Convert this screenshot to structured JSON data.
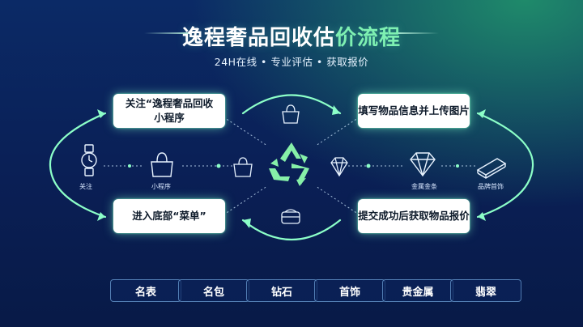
{
  "title_main": "逸程奢品回收估",
  "title_accent": "价流程",
  "subtitle": "24H在线 • 专业评估 • 获取报价",
  "steps": [
    "关注“逸程奢品回收\n小程序",
    "填写物品信息并上传图片",
    "进入底部“菜单”",
    "提交成功后获取物品报价"
  ],
  "left_labels": [
    "关注",
    "小程序"
  ],
  "right_labels": [
    "金属金条",
    "品牌首饰"
  ],
  "categories": [
    "名表",
    "名包",
    "钻石",
    "首饰",
    "贵金属",
    "翡翠"
  ],
  "colors": {
    "accent": "#7ef0b2",
    "glow": "#8cffc8",
    "bg": "#0a1f55"
  },
  "icons": [
    "watch-icon",
    "handbag-icon",
    "recycle-icon",
    "diamond-icon",
    "gold-bar-icon"
  ]
}
